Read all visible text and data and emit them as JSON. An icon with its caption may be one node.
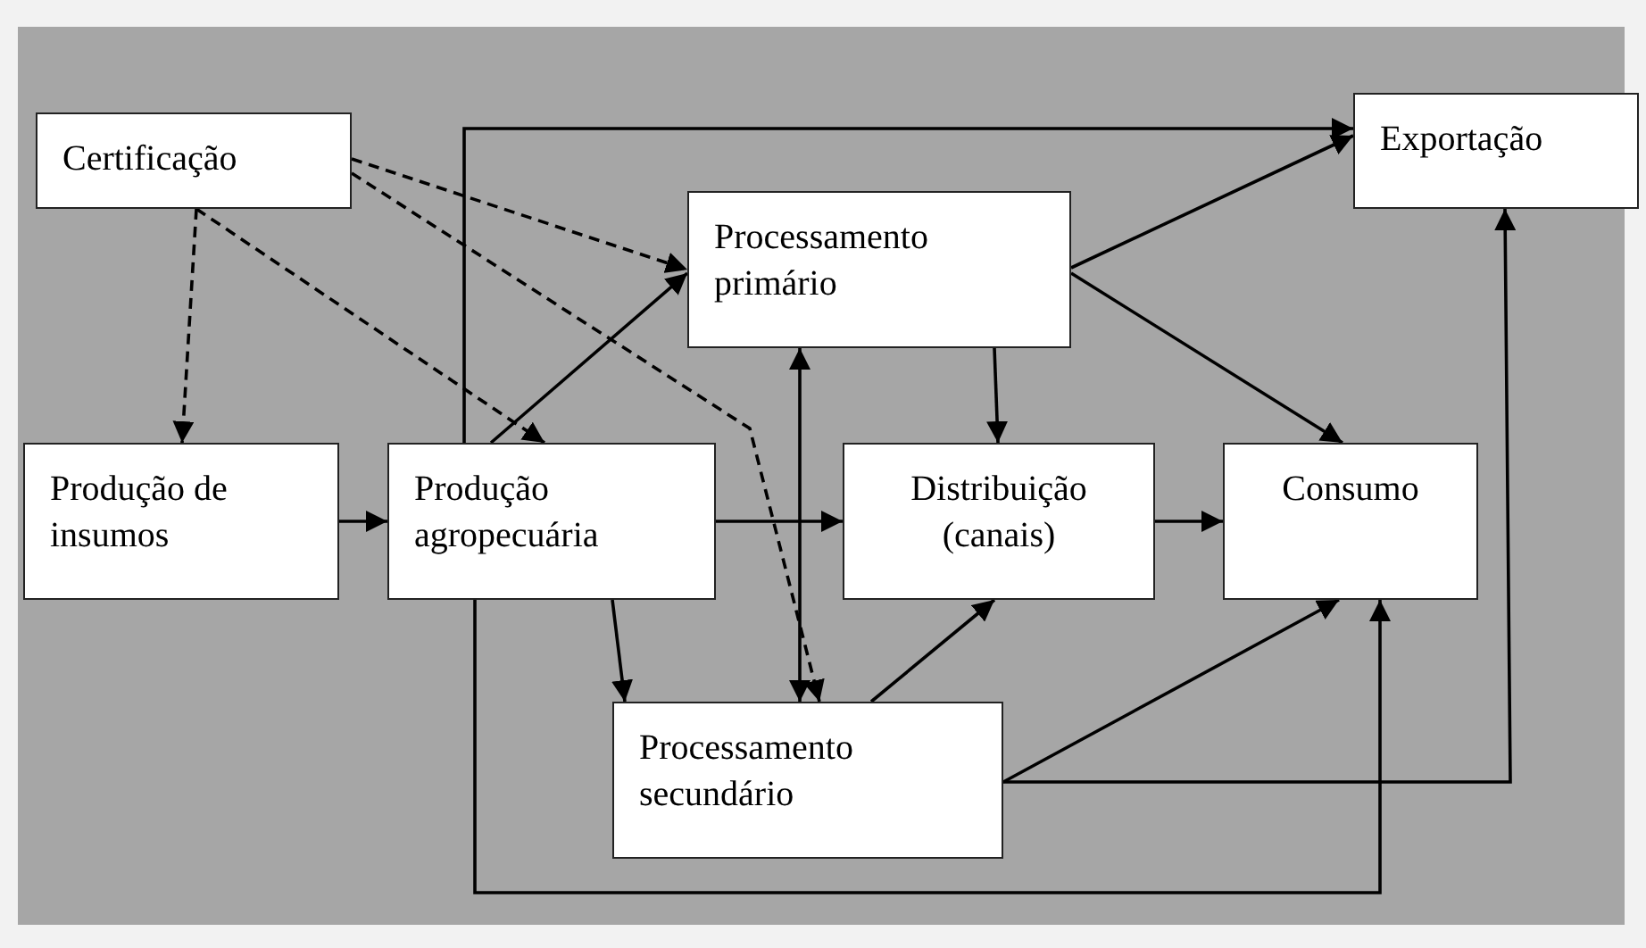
{
  "diagram": {
    "nodes": [
      {
        "text": [
          "Certificação"
        ]
      },
      {
        "text": [
          "Exportação"
        ]
      },
      {
        "text": [
          "Processamento primário"
        ]
      },
      {
        "text": [
          "Produção de insumos"
        ]
      },
      {
        "text": [
          "Produção agropecuária"
        ]
      },
      {
        "text": [
          "Distribuição (canais)"
        ]
      },
      {
        "text": [
          "Consumo"
        ]
      },
      {
        "text": [
          "Processamento secundário"
        ]
      }
    ],
    "edges": [
      {
        "from": 0,
        "to": 2,
        "arrow": "to",
        "style": "dashed"
      },
      {
        "from": 0,
        "to": 3,
        "arrow": "to",
        "style": "dashed"
      },
      {
        "from": 0,
        "to": 4,
        "arrow": "to",
        "style": "dashed"
      },
      {
        "from": 0,
        "to": 7,
        "arrow": "to",
        "style": "dashed"
      },
      {
        "from": 3,
        "to": 4,
        "arrow": "to"
      },
      {
        "from": 4,
        "to": 1,
        "arrow": "to"
      },
      {
        "from": 4,
        "to": 2,
        "arrow": "to"
      },
      {
        "from": 4,
        "to": 5,
        "arrow": "to"
      },
      {
        "from": 4,
        "to": 7,
        "arrow": "to"
      },
      {
        "from": 4,
        "to": 6,
        "arrow": "to"
      },
      {
        "from": 2,
        "to": 1,
        "arrow": "to"
      },
      {
        "from": 2,
        "to": 6,
        "arrow": "to"
      },
      {
        "from": 2,
        "to": 5,
        "arrow": "to"
      },
      {
        "from": 2,
        "to": 7,
        "arrow": "both"
      },
      {
        "from": 5,
        "to": 6,
        "arrow": "to"
      },
      {
        "from": 7,
        "to": 5,
        "arrow": "to"
      },
      {
        "from": 7,
        "to": 6,
        "arrow": "to"
      },
      {
        "from": 7,
        "to": 1,
        "arrow": "to"
      }
    ]
  }
}
